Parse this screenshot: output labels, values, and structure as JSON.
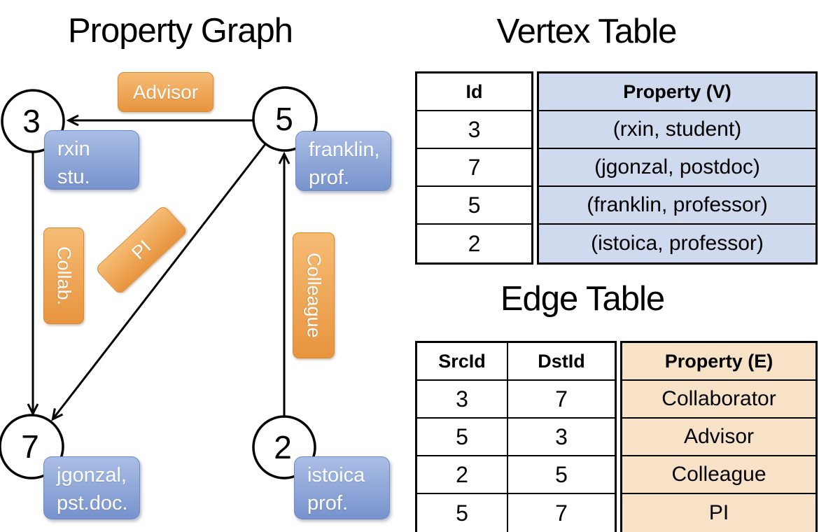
{
  "slide": {
    "graph_title": "Property Graph",
    "vertex_table_title": "Vertex Table",
    "edge_table_title": "Edge Table"
  },
  "graph": {
    "nodes": [
      {
        "id": "3",
        "property_line1": "rxin",
        "property_line2": "stu."
      },
      {
        "id": "5",
        "property_line1": "franklin,",
        "property_line2": "prof."
      },
      {
        "id": "7",
        "property_line1": "jgonzal,",
        "property_line2": "pst.doc."
      },
      {
        "id": "2",
        "property_line1": "istoica",
        "property_line2": "prof."
      }
    ],
    "edge_labels": {
      "advisor": "Advisor",
      "collab": "Collab.",
      "pi": "PI",
      "colleague": "Colleague"
    }
  },
  "vertex_table": {
    "headers": {
      "id": "Id",
      "property": "Property (V)"
    },
    "rows": [
      {
        "id": "3",
        "property": "(rxin, student)"
      },
      {
        "id": "7",
        "property": "(jgonzal, postdoc)"
      },
      {
        "id": "5",
        "property": "(franklin, professor)"
      },
      {
        "id": "2",
        "property": "(istoica, professor)"
      }
    ]
  },
  "edge_table": {
    "headers": {
      "src": "SrcId",
      "dst": "DstId",
      "property": "Property (E)"
    },
    "rows": [
      {
        "src": "3",
        "dst": "7",
        "property": "Collaborator"
      },
      {
        "src": "5",
        "dst": "3",
        "property": "Advisor"
      },
      {
        "src": "2",
        "dst": "5",
        "property": "Colleague"
      },
      {
        "src": "5",
        "dst": "7",
        "property": "PI"
      }
    ]
  },
  "colors": {
    "edge_label_fill_top": "#F5BC74",
    "edge_label_fill_bottom": "#E8943E",
    "vertex_box_fill_top": "#AABEE5",
    "vertex_box_fill_bottom": "#7792CD",
    "vertex_table_property_fill": "#D0DAEF",
    "edge_table_property_fill": "#F7E2C8",
    "line_color": "#000000"
  }
}
